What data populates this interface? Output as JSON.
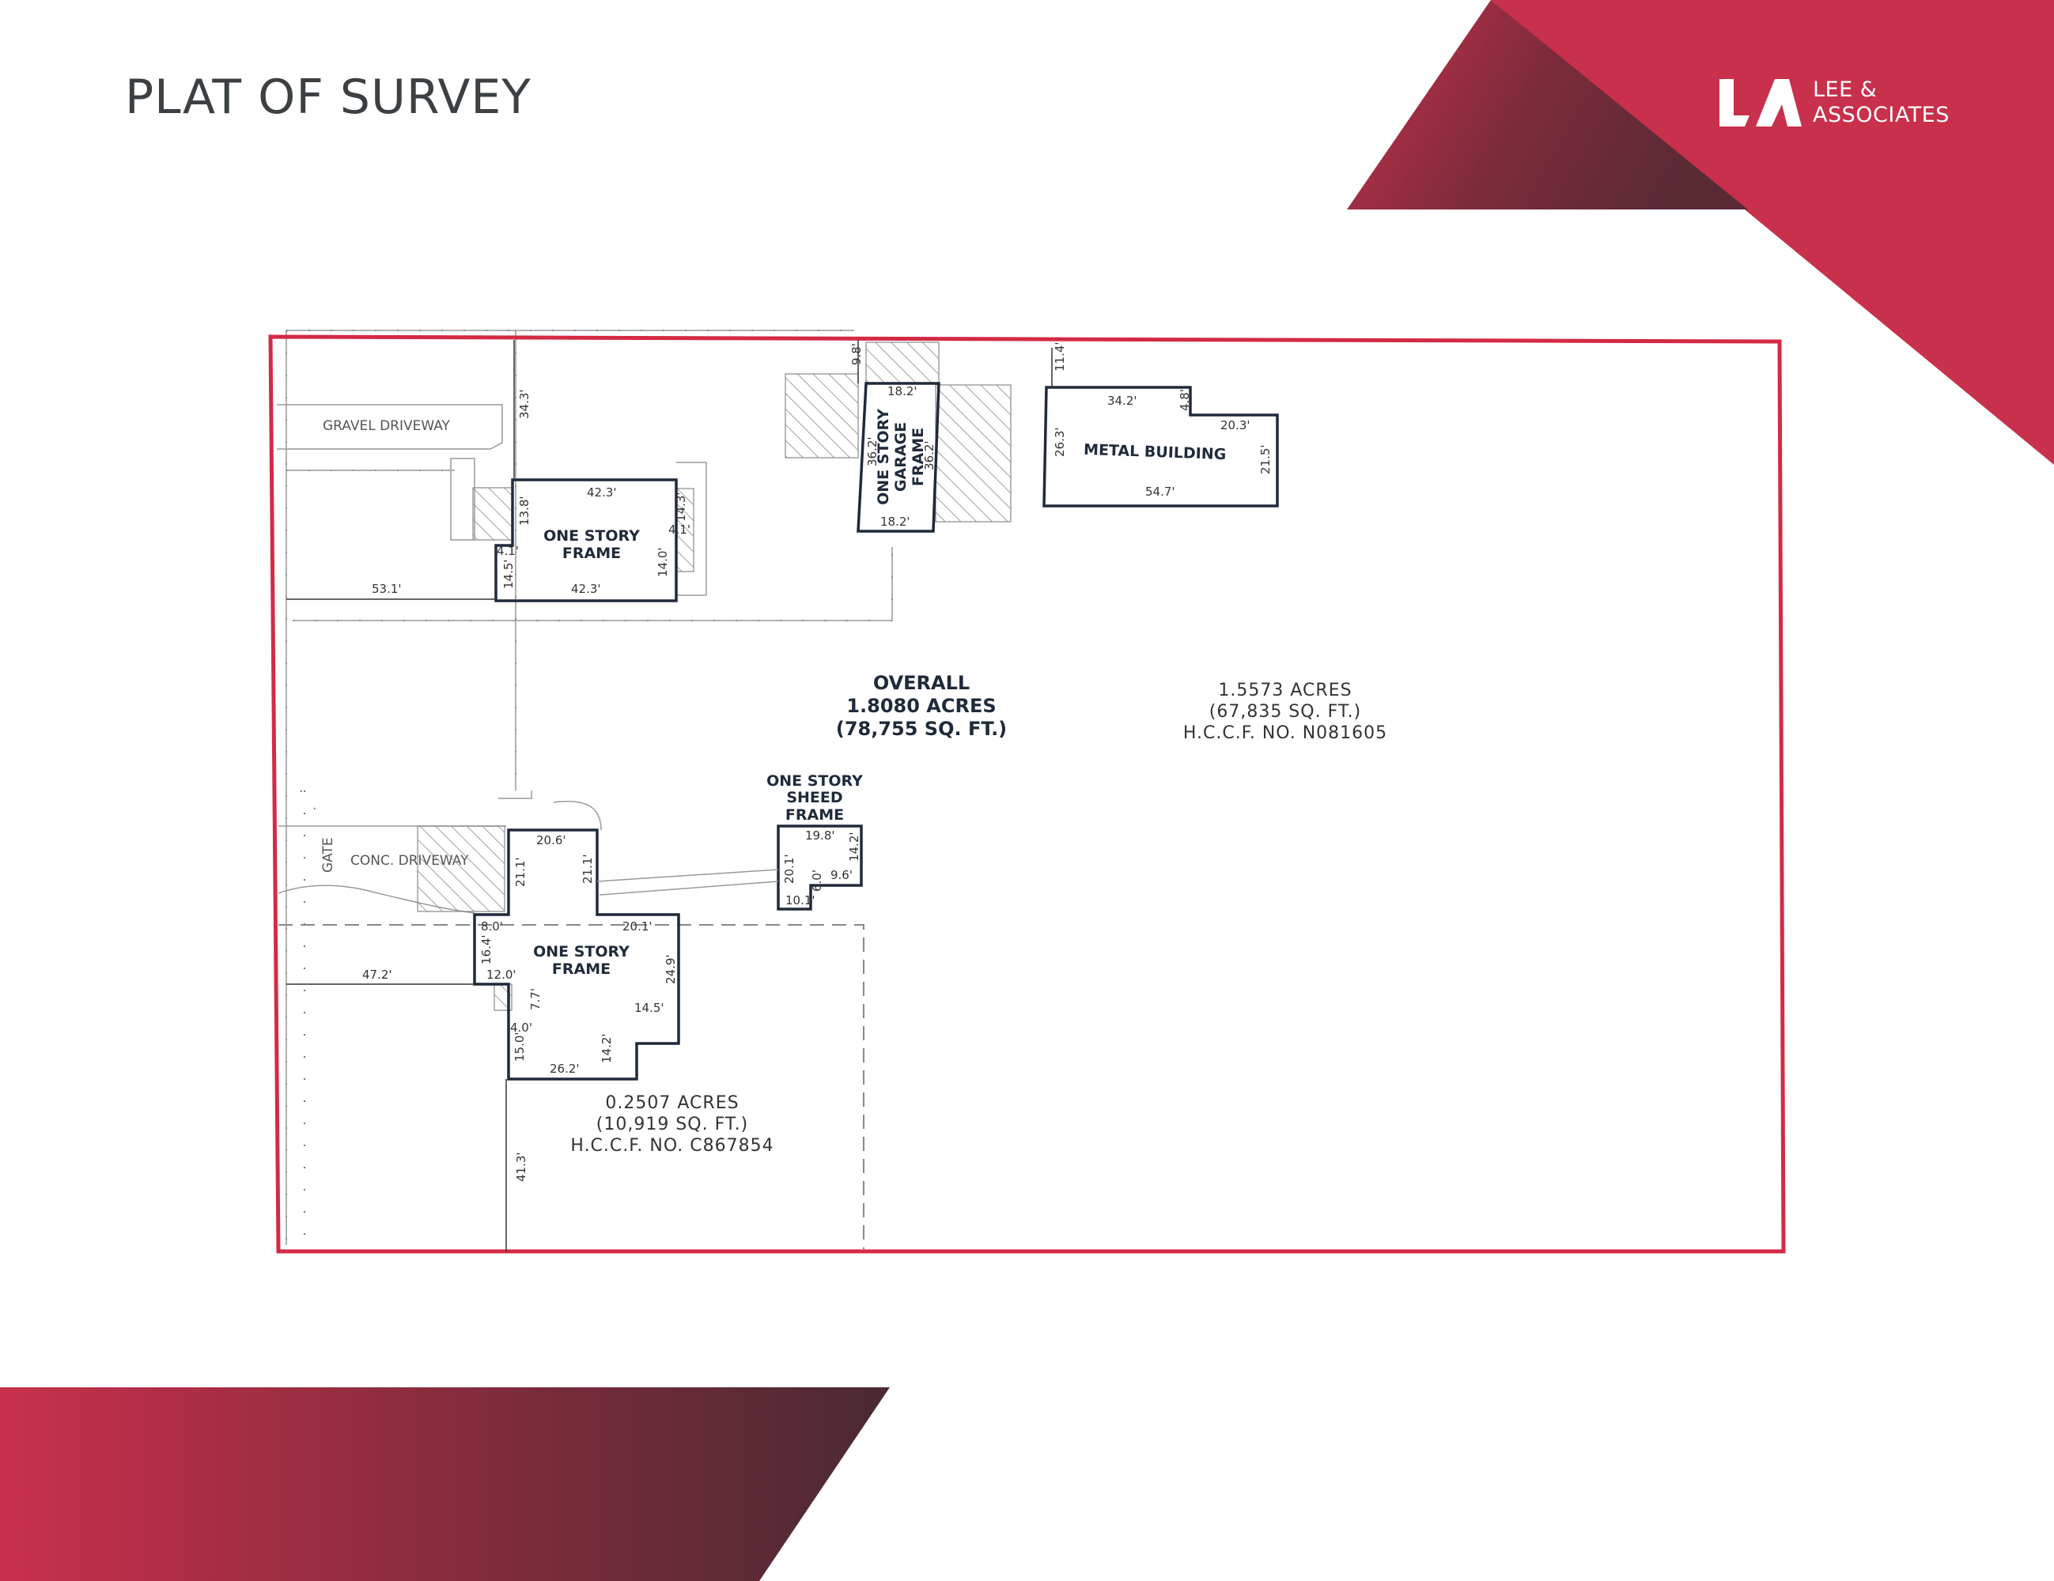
{
  "header": {
    "title": "PLAT OF SURVEY",
    "logo_line1": "LEE &",
    "logo_line2": "ASSOCIATES"
  },
  "colors": {
    "brand_red": "#c8304b",
    "brand_dark": "#5a2a35",
    "parcel_outline": "#d42a44",
    "building_outline": "#1f2a3a"
  },
  "plat": {
    "labels": {
      "gravel_driveway": "GRAVEL DRIVEWAY",
      "conc_driveway": "CONC. DRIVEWAY",
      "gate": "GATE"
    },
    "overall": {
      "line1": "OVERALL",
      "line2": "1.8080 ACRES",
      "line3": "(78,755 SQ. FT.)"
    },
    "parcel_east": {
      "line1": "1.5573 ACRES",
      "line2": "(67,835 SQ. FT.)",
      "line3": "H.C.C.F. NO. N081605"
    },
    "parcel_west": {
      "line1": "0.2507 ACRES",
      "line2": "(10,919 SQ. FT.)",
      "line3": "H.C.C.F. NO. C867854"
    },
    "buildings": {
      "house_north": {
        "line1": "ONE STORY",
        "line2": "FRAME"
      },
      "garage": {
        "line1": "ONE STORY",
        "line2": "GARAGE",
        "line3": "FRAME"
      },
      "metal": {
        "line1": "METAL BUILDING"
      },
      "shed": {
        "line1": "ONE STORY",
        "line2": "SHEED",
        "line3": "FRAME"
      },
      "house_south": {
        "line1": "ONE STORY",
        "line2": "FRAME"
      }
    },
    "dims": {
      "d_34_3": "34.3'",
      "d_53_1": "53.1'",
      "hn_top": "42.3'",
      "hn_bottom": "42.3'",
      "hn_left": "13.8'",
      "hn_left2": "14.5'",
      "hn_left3": "4.1'",
      "hn_right": "14.3'",
      "hn_right2": "4.1'",
      "hn_right3": "14.0'",
      "d_9_8": "9.8'",
      "g_top": "18.2'",
      "g_bottom": "18.2'",
      "g_left": "36.2'",
      "g_right": "36.2'",
      "d_11_4": "11.4'",
      "m_top": "34.2'",
      "m_notch": "4.8'",
      "m_top2": "20.3'",
      "m_left": "26.3'",
      "m_right": "21.5'",
      "m_bottom": "54.7'",
      "s_top": "19.8'",
      "s_left": "20.1'",
      "s_right": "14.2'",
      "s_inner": "6.0'",
      "s_inner2": "9.6'",
      "s_bottom": "10.1'",
      "hs_top": "20.6'",
      "hs_left": "21.1'",
      "hs_mid": "21.1'",
      "hs_step": "20.1'",
      "hs_8": "8.0'",
      "hs_16": "16.4'",
      "hs_12": "12.0'",
      "hs_right": "24.9'",
      "hs_145": "14.5'",
      "hs_77": "7.7'",
      "hs_40": "4.0'",
      "hs_150": "15.0'",
      "hs_142": "14.2'",
      "hs_bottom": "26.2'",
      "d_47_2": "47.2'",
      "d_41_3": "41.3'"
    }
  }
}
